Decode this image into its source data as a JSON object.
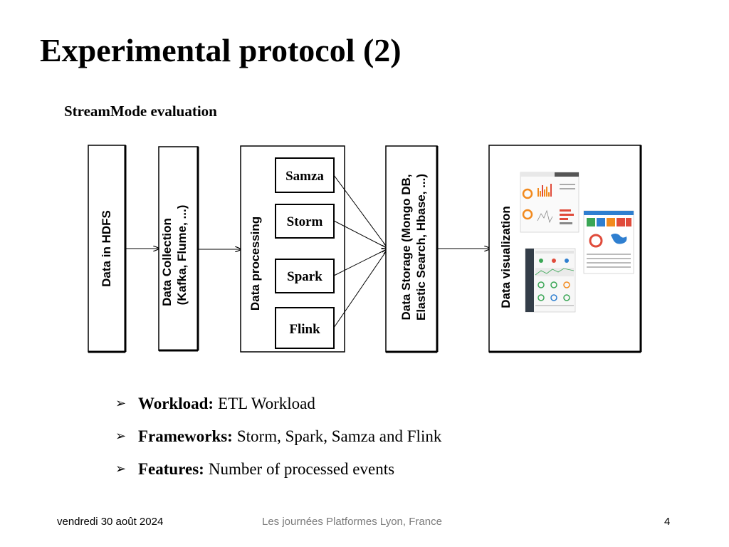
{
  "slide": {
    "title": "Experimental protocol (2)",
    "subtitle": "StreamMode evaluation"
  },
  "diagram": {
    "stages": {
      "hdfs": "Data in HDFS",
      "collection_line1": "Data Collection",
      "collection_line2": "(Kafka, Flume, ...)",
      "processing": "Data processing",
      "storage_line1": "Data Storage (Mongo DB,",
      "storage_line2": "Elastic Search, Hbase, ...)",
      "visualization": "Data visualization"
    },
    "frameworks": [
      "Samza",
      "Storm",
      "Spark",
      "Flink"
    ]
  },
  "bullets": [
    {
      "label": "Workload:",
      "text": "ETL Workload"
    },
    {
      "label": "Frameworks:",
      "text": "Storm, Spark, Samza and Flink"
    },
    {
      "label": "Features:",
      "text": "Number of processed events"
    }
  ],
  "footer": {
    "date": "vendredi 30 août 2024",
    "center": "Les journées Platformes Lyon, France",
    "page": "4"
  },
  "colors": {
    "text": "#000000",
    "footer_center": "#7a7a7a",
    "dashboard_orange": "#f28a1e",
    "dashboard_red": "#e04b3b",
    "dashboard_green": "#3aa655",
    "dashboard_blue": "#2f7fd0",
    "dashboard_dark": "#333d48"
  }
}
